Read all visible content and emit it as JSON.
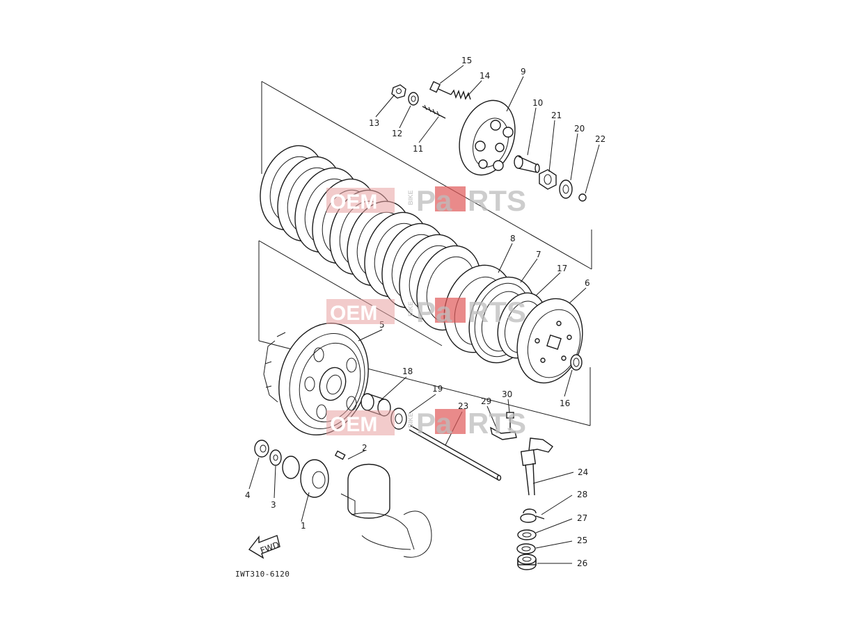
{
  "diagram": {
    "drawing_code": "IWT310-6120",
    "fwd_label": "FWD",
    "callouts": [
      "1",
      "2",
      "3",
      "4",
      "5",
      "6",
      "7",
      "8",
      "9",
      "10",
      "11",
      "12",
      "13",
      "14",
      "15",
      "16",
      "17",
      "18",
      "19",
      "20",
      "21",
      "22",
      "23",
      "24",
      "25",
      "26",
      "27",
      "28",
      "29",
      "30"
    ]
  },
  "watermark": {
    "part1": "OEM",
    "part2": "BIKE",
    "part3": "Pa",
    "part4": "RTS"
  }
}
